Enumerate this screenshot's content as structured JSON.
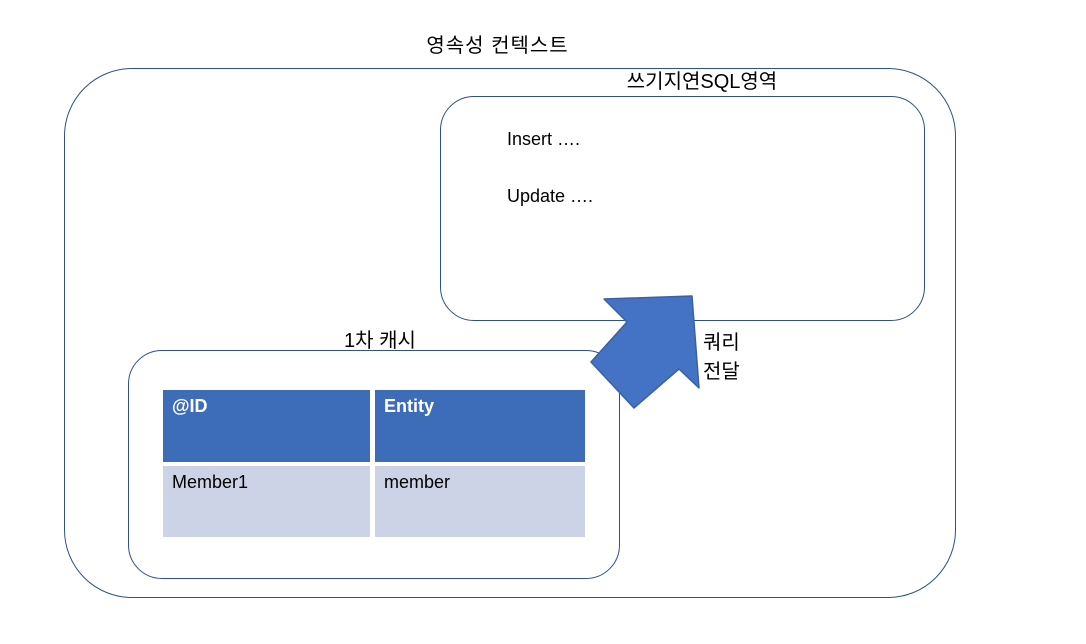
{
  "title": "영속성 컨텍스트",
  "sql_area": {
    "label": "쓰기지연SQL영역",
    "lines": [
      "Insert ….",
      "Update …."
    ]
  },
  "cache_area": {
    "label": "1차 캐시",
    "table": {
      "headers": [
        "@ID",
        "Entity"
      ],
      "rows": [
        [
          "Member1",
          "member"
        ]
      ]
    }
  },
  "arrow": {
    "direction": "up-right",
    "label_lines": [
      "쿼리",
      "전달"
    ]
  },
  "colors": {
    "background": "#ffffff",
    "box_border": "#2F5186",
    "table_header_bg": "#3D6CB8",
    "table_header_text": "#ffffff",
    "table_row_bg": "#CDD3E6",
    "arrow_fill": "#4472C4",
    "arrow_stroke": "#3A62A0",
    "text": "#000000"
  }
}
